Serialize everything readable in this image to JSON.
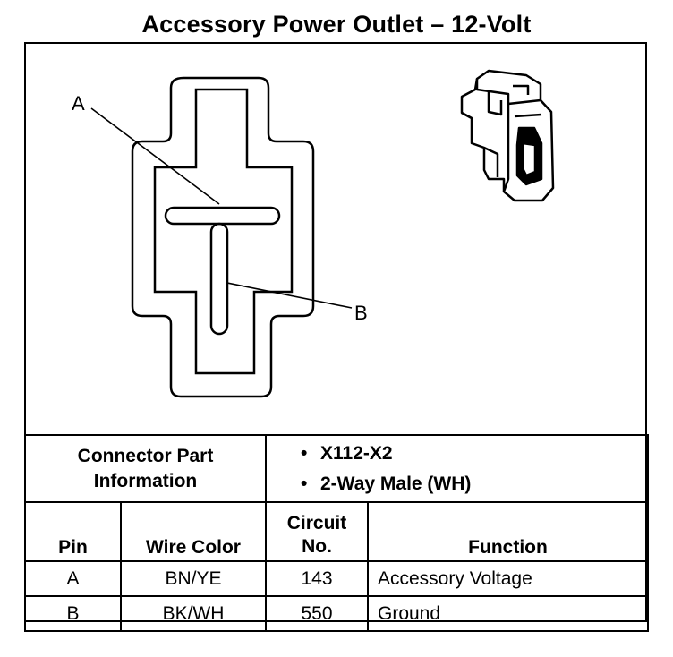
{
  "title": "Accessory Power Outlet – 12-Volt",
  "diagram": {
    "labels": {
      "a": "A",
      "b": "B"
    }
  },
  "connector_info": {
    "label_line1": "Connector Part",
    "label_line2": "Information",
    "bullets": [
      "X112-X2",
      "2-Way Male (WH)"
    ]
  },
  "table": {
    "headers": {
      "pin": "Pin",
      "wire_color": "Wire Color",
      "circuit_line1": "Circuit",
      "circuit_line2": "No.",
      "function": "Function"
    },
    "rows": [
      {
        "pin": "A",
        "wire_color": "BN/YE",
        "circuit": "143",
        "function": "Accessory Voltage"
      },
      {
        "pin": "B",
        "wire_color": "BK/WH",
        "circuit": "550",
        "function": "Ground"
      }
    ]
  }
}
